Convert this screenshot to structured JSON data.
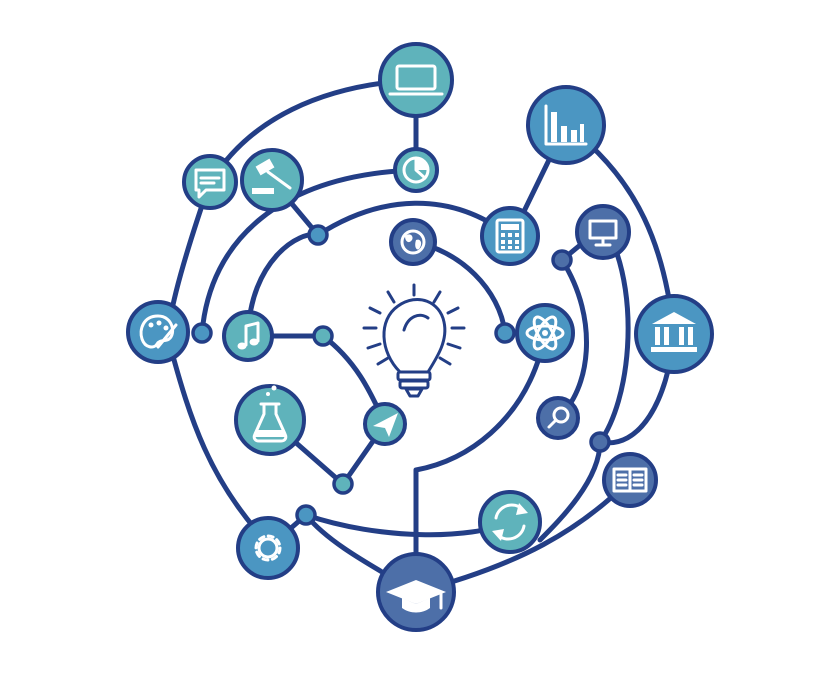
{
  "colors": {
    "outline": "#233e86",
    "teal": "#5fb3bb",
    "blue": "#4b96c2",
    "slate": "#4d6fa8",
    "glyph": "#ffffff"
  },
  "center": {
    "icon": "lightbulb-icon"
  },
  "nodes": [
    {
      "icon": "laptop-icon",
      "fill": "teal"
    },
    {
      "icon": "pie-chart-icon",
      "fill": "teal"
    },
    {
      "icon": "bar-chart-icon",
      "fill": "blue"
    },
    {
      "icon": "chat-bubble-icon",
      "fill": "teal"
    },
    {
      "icon": "gavel-icon",
      "fill": "teal"
    },
    {
      "icon": "calculator-icon",
      "fill": "blue"
    },
    {
      "icon": "globe-icon",
      "fill": "slate"
    },
    {
      "icon": "monitor-icon",
      "fill": "slate"
    },
    {
      "icon": "bank-icon",
      "fill": "blue"
    },
    {
      "icon": "palette-icon",
      "fill": "blue"
    },
    {
      "icon": "music-note-icon",
      "fill": "teal"
    },
    {
      "icon": "atom-icon",
      "fill": "blue"
    },
    {
      "icon": "flask-icon",
      "fill": "teal"
    },
    {
      "icon": "paper-plane-icon",
      "fill": "teal"
    },
    {
      "icon": "magnifier-icon",
      "fill": "slate"
    },
    {
      "icon": "book-icon",
      "fill": "slate"
    },
    {
      "icon": "refresh-icon",
      "fill": "teal"
    },
    {
      "icon": "gear-icon",
      "fill": "blue"
    },
    {
      "icon": "graduation-cap-icon",
      "fill": "slate"
    }
  ]
}
